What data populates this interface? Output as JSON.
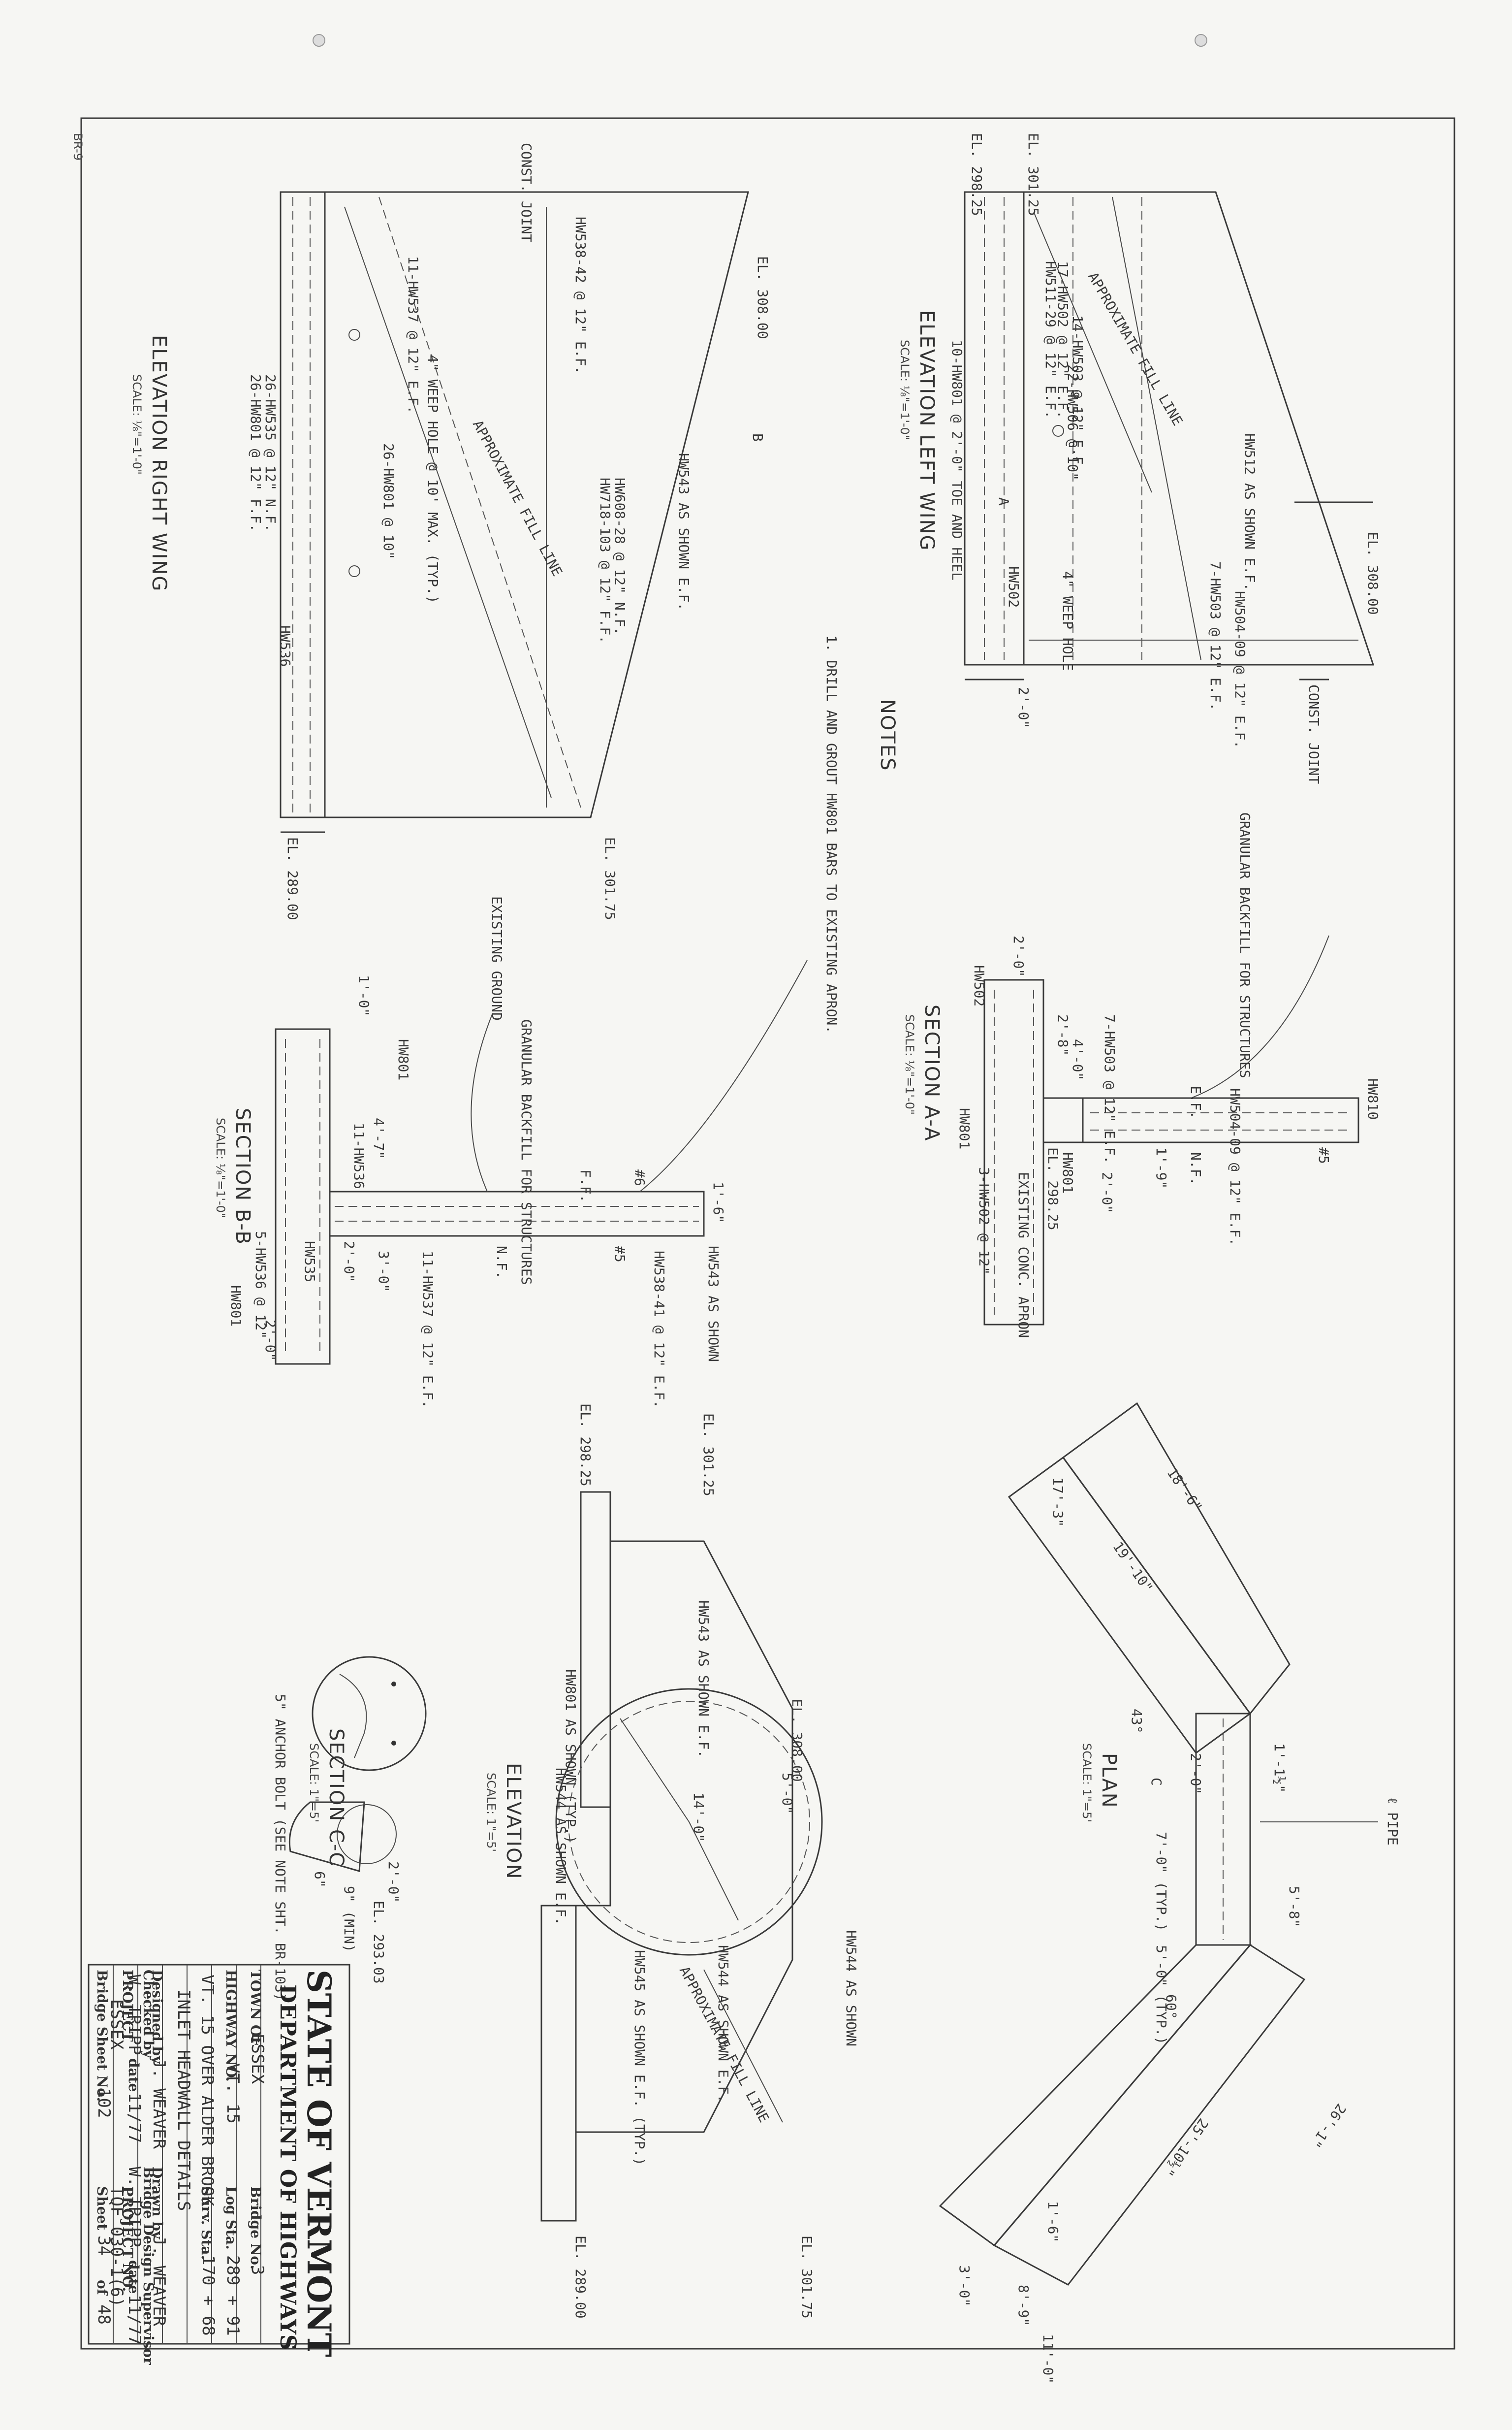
{
  "sheet_id": "BR-9",
  "views": {
    "elevation_left_wing": {
      "title": "ELEVATION LEFT WING",
      "scale": "SCALE: ⅛\"=1'-0\"",
      "labels": [
        "EL. 301.25",
        "EL. 298.25",
        "EL. 308.00",
        "CONST. JOINT",
        "10-HW801 @ 2'-0\" TOE AND HEEL",
        "APPROXIMATE FILL LINE",
        "22-HW506 @ 10\"",
        "4\" WEEP HOLE",
        "HW511-29 @ 12\" E.F.",
        "17-HW502 @ 12\" E.F.",
        "14-HW503 @ 12\" E.F.",
        "HW512 AS SHOWN E.F.",
        "7-HW503 @ 12\" E.F.",
        "HW504-09 @ 12\" E.F.",
        "HW502",
        "2'-0\"",
        "A"
      ]
    },
    "elevation_right_wing": {
      "title": "ELEVATION RIGHT WING",
      "scale": "SCALE: ⅛\"=1'-0\"",
      "labels": [
        "CONST. JOINT",
        "EL. 308.00",
        "EL. 301.75",
        "EL. 289.00",
        "11-HW537 @ 12\" E.F.",
        "HW538-42 @ 12\" E.F.",
        "26-HW535 @ 12\" N.F.",
        "26-HW801 @ 12\" F.F.",
        "4\" WEEP HOLE @ 10' MAX. (TYP.)",
        "APPROXIMATE FILL LINE",
        "26-HW801 @ 10\"",
        "HW543 AS SHOWN E.F.",
        "HW608-28 @ 12\" N.F.",
        "HW718-103 @ 12\" F.F.",
        "HW536",
        "B"
      ]
    },
    "notes": {
      "title": "NOTES",
      "items": [
        "1. DRILL AND GROUT HW801 BARS TO EXISTING APRON."
      ]
    },
    "section_a": {
      "title": "SECTION A-A",
      "scale": "SCALE: ⅛\"=1'-0\"",
      "labels": [
        "GRANULAR BACKFILL FOR STRUCTURES",
        "2'-0\"",
        "2'-8\"",
        "4'-0\"",
        "HW502",
        "HW801",
        "7-HW503 @ 12\" E.F.",
        "HW504-09 @ 12\" E.F.",
        "E.F.",
        "N.F.",
        "2'-0\"",
        "1'-9\"",
        "EL. 298.25",
        "HW801",
        "EXISTING CONC. APRON",
        "3-HW502 @ 12\"",
        "#5",
        "HW810"
      ]
    },
    "section_b": {
      "title": "SECTION B-B",
      "scale": "SCALE: ⅛\"=1'-0\"",
      "labels": [
        "EXISTING GROUND",
        "GRANULAR BACKFILL FOR STRUCTURES",
        "1'-0\"",
        "HW801",
        "4'-7\"",
        "11-HW536",
        "5-HW536 @ 12\"",
        "HW535",
        "2'-0\"",
        "3'-0\"",
        "11-HW537 @ 12\" E.F.",
        "HW538-41 @ 12\" E.F.",
        "HW543 AS SHOWN",
        "N.F.",
        "F.F.",
        "#6",
        "#5",
        "1'-6\"",
        "HW801",
        "2'-0\""
      ]
    },
    "plan": {
      "title": "PLAN",
      "scale": "SCALE: 1\"=5'",
      "labels": [
        "18'-6\"",
        "17'-3\"",
        "19'-10\"",
        "43°",
        "2'-0\"",
        "1'-1½\"",
        "7'-0\" (TYP.)",
        "5'-0\" (TYP.)",
        "ℓ PIPE",
        "5'-8\"",
        "60°",
        "25'-10½\"",
        "26'-1\"",
        "1'-6\"",
        "3'-0\"",
        "8'-9\"",
        "11'-0\"",
        "C"
      ]
    },
    "elevation": {
      "title": "ELEVATION",
      "scale": "SCALE: 1\"=5'",
      "labels": [
        "EL. 301.25",
        "EL. 298.25",
        "EL. 308.00",
        "EL. 301.75",
        "EL. 289.00",
        "HW543 AS SHOWN E.F.",
        "HW801 AS SHOWN (TYP.)",
        "HW544 AS SHOWN E.F.",
        "HW544 AS SHOWN E.F.",
        "HW545 AS SHOWN E.F. (TYP.)",
        "APPROXIMATE FILL LINE",
        "14'-0\"",
        "5'-0\"",
        "HW544 AS SHOWN"
      ]
    },
    "section_c": {
      "title": "SECTION C-C",
      "scale": "SCALE: 1\"=5'",
      "labels": [
        "5\" ANCHOR BOLT (SEE NOTE SHT. BR-103)",
        "EL. 293.03",
        "2'-0\"",
        "9\" (MIN)",
        "6\""
      ]
    }
  },
  "title_block": {
    "state": "STATE OF VERMONT",
    "dept": "DEPARTMENT OF HIGHWAYS",
    "town_key": "TOWN OF",
    "town": "ESSEX",
    "bridge_no_key": "Bridge No.",
    "bridge_no": "3",
    "highway_key": "HIGHWAY NO.",
    "highway": "VT. 15",
    "log_sta_key": "Log Sta.",
    "log_sta": "289 + 91",
    "surv_sta_key": "Surv. Sta.",
    "surv_sta": "170 + 68",
    "route": "VT. 15 OVER ALDER BROOK",
    "drawing_title": "INLET HEADWALL DETAILS",
    "designed_key": "Designed by",
    "designed": "J. WEAVER",
    "drawn_key": "Drawn by",
    "drawn": "J. WEAVER",
    "checked_key": "Checked by",
    "checked": "W. TRIPP",
    "date_key": "date",
    "date_1": "11/77",
    "supervisor_key": "Bridge Design Supervisor",
    "supervisor": "W. TRIPP",
    "date_2": "11/77",
    "project_key": "PROJECT",
    "project": "ESSEX",
    "project_no_key": "PROJECT NO.",
    "project_no": "TQF 030-1(6)",
    "bridge_sheet_key": "Bridge Sheet No.",
    "bridge_sheet": "102",
    "sheet_key": "Sheet",
    "sheet": "34",
    "of_key": "of",
    "of": "48"
  }
}
